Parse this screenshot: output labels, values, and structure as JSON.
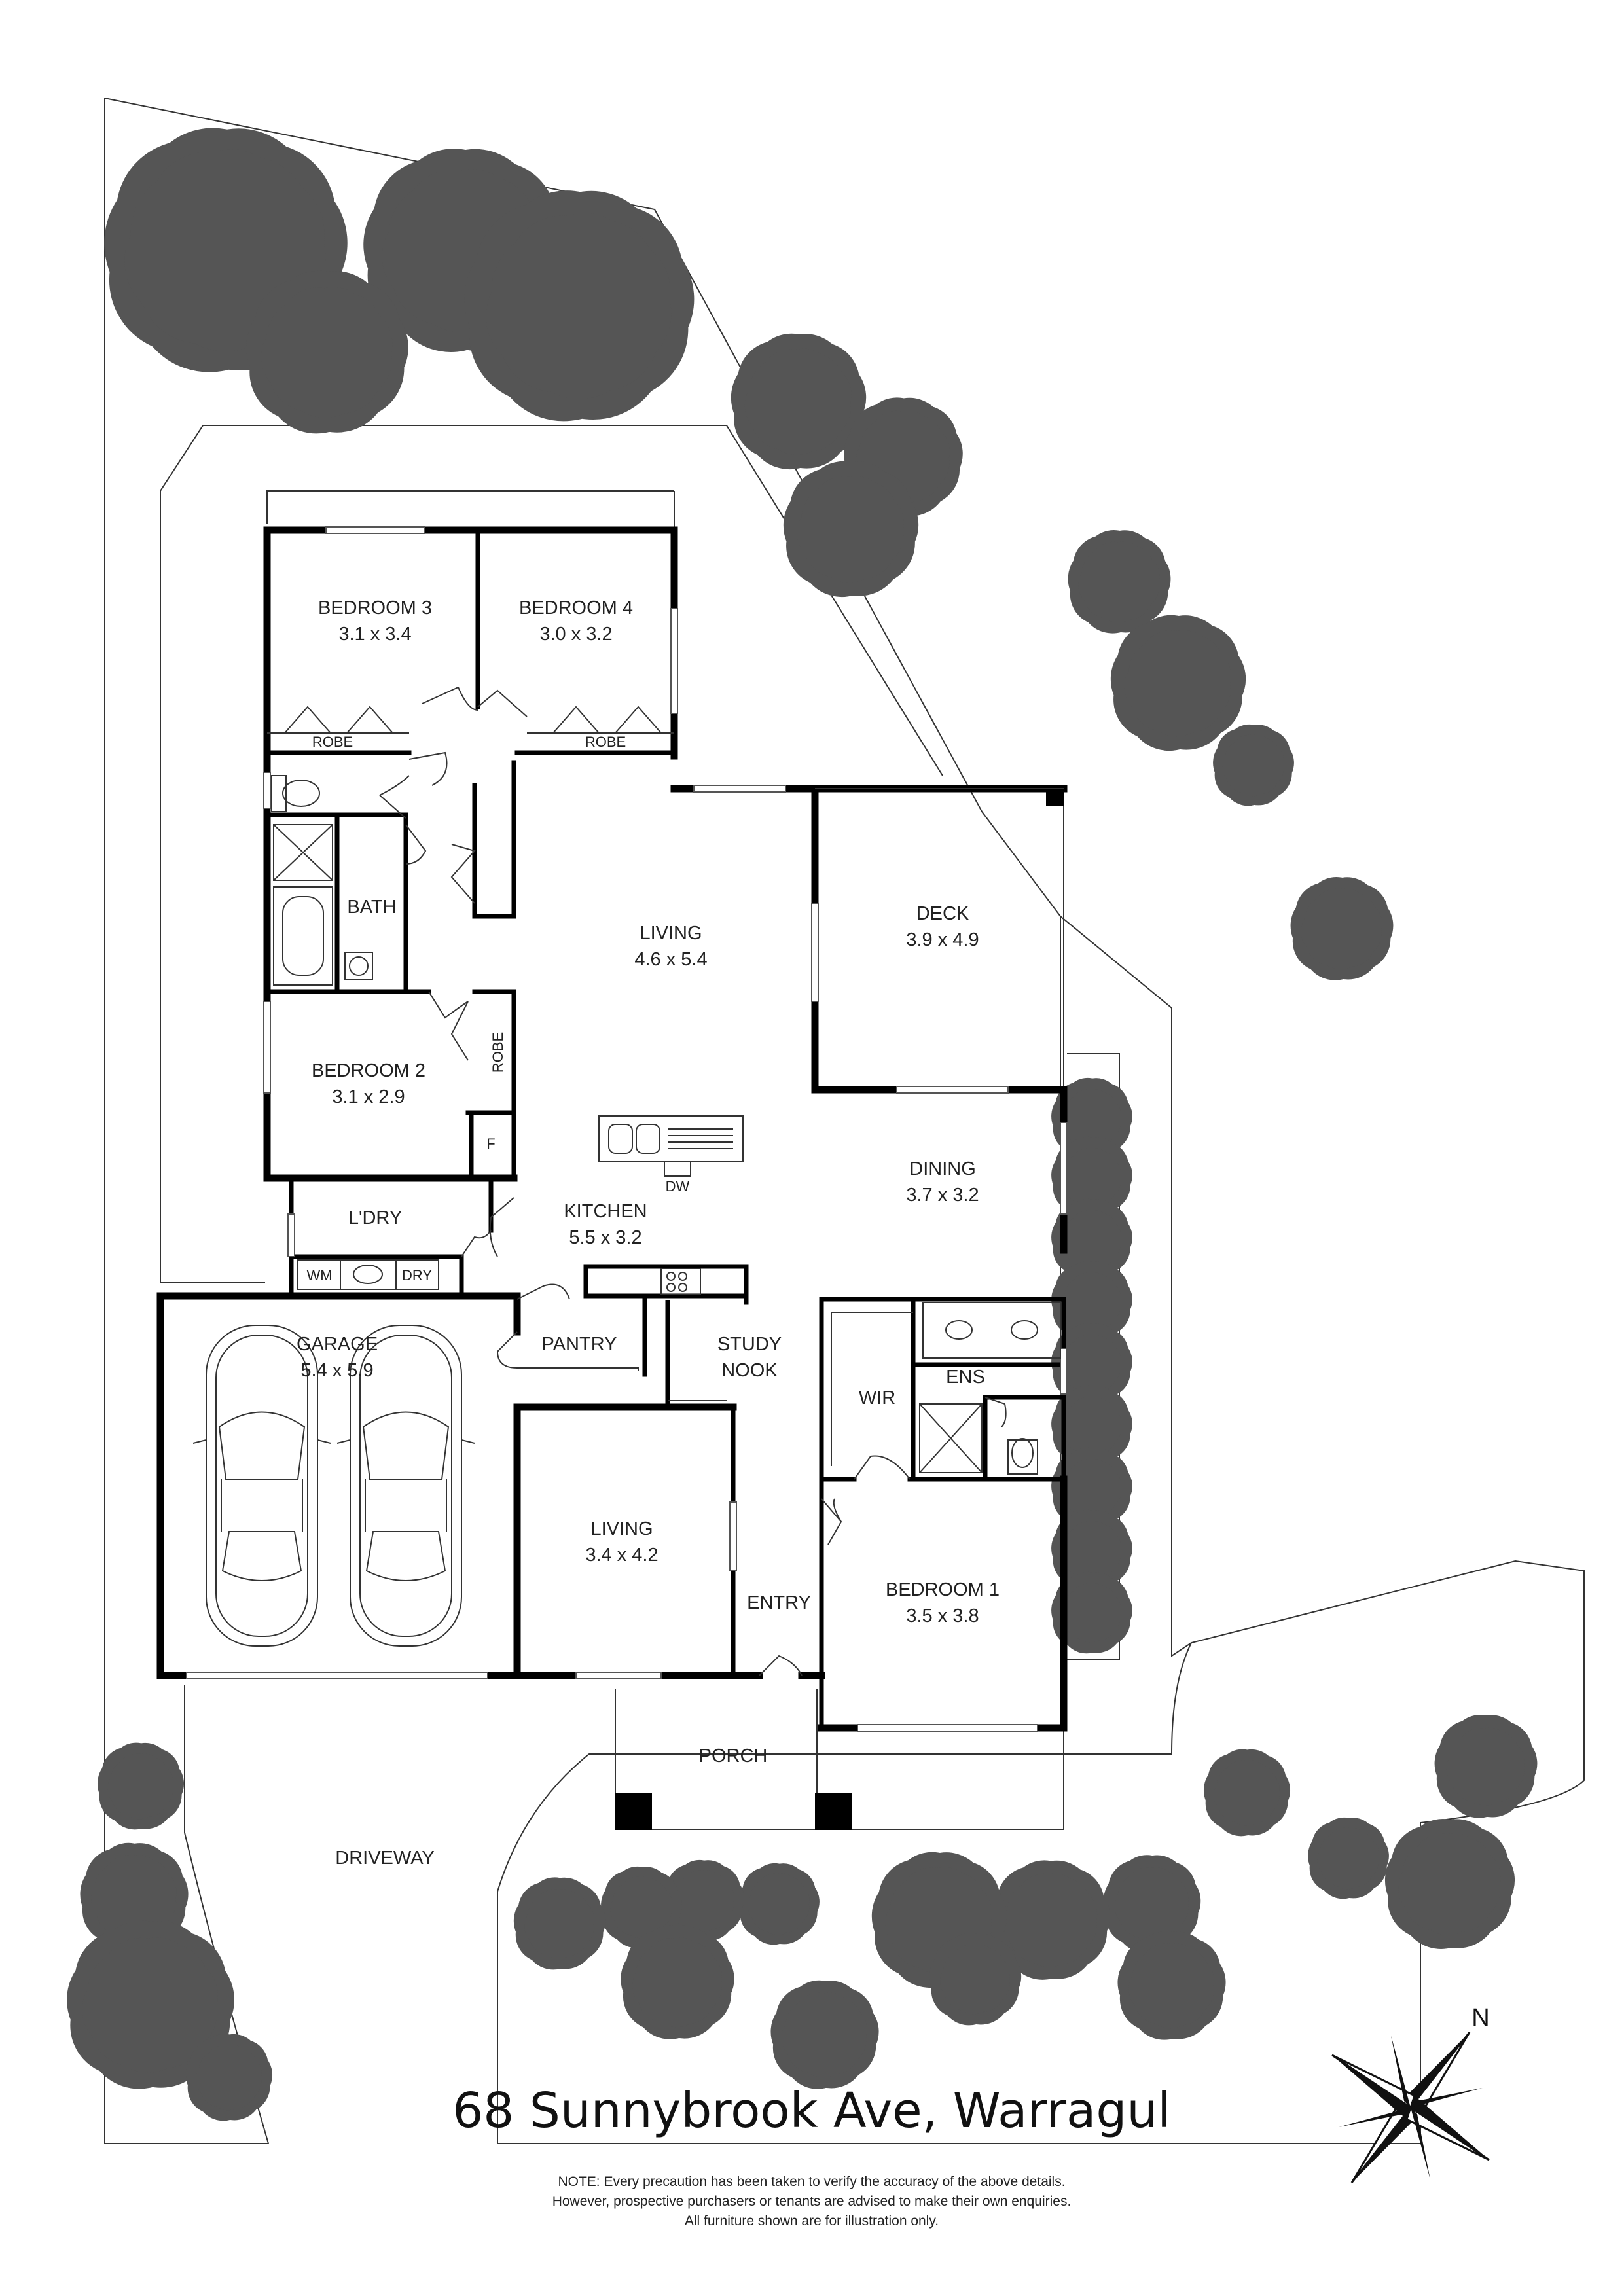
{
  "rooms": {
    "bedroom3": {
      "name": "BEDROOM 3",
      "size": "3.1 x 3.4"
    },
    "bedroom4": {
      "name": "BEDROOM 4",
      "size": "3.0 x 3.2"
    },
    "robe3": "ROBE",
    "robe4": "ROBE",
    "bath": "BATH",
    "living_main": {
      "name": "LIVING",
      "size": "4.6 x 5.4"
    },
    "deck": {
      "name": "DECK",
      "size": "3.9 x 4.9"
    },
    "bedroom2": {
      "name": "BEDROOM 2",
      "size": "3.1 x 2.9"
    },
    "robe2": "ROBE",
    "fridge": "F",
    "dw": "DW",
    "dining": {
      "name": "DINING",
      "size": "3.7 x 3.2"
    },
    "laundry": "L'DRY",
    "kitchen": {
      "name": "KITCHEN",
      "size": "5.5 x 3.2"
    },
    "wm": "WM",
    "dry": "DRY",
    "garage": {
      "name": "GARAGE",
      "size": "5.4 x 5.9"
    },
    "pantry": "PANTRY",
    "study_nook": {
      "line1": "STUDY",
      "line2": "NOOK"
    },
    "wir": "WIR",
    "ens": "ENS",
    "living_front": {
      "name": "LIVING",
      "size": "3.4 x 4.2"
    },
    "entry": "ENTRY",
    "bedroom1": {
      "name": "BEDROOM 1",
      "size": "3.5 x 3.8"
    },
    "porch": "PORCH",
    "driveway": "DRIVEWAY"
  },
  "address": "68 Sunnybrook Ave, Warragul",
  "compass": {
    "label": "N"
  },
  "note": {
    "line1": "NOTE: Every precaution has been taken to verify the accuracy of the above details.",
    "line2": "However, prospective purchasers or tenants are advised to make their own enquiries.",
    "line3": "All furniture shown are for illustration only."
  },
  "colors": {
    "wall": "#000000",
    "line": "#333333",
    "background": "#ffffff"
  }
}
